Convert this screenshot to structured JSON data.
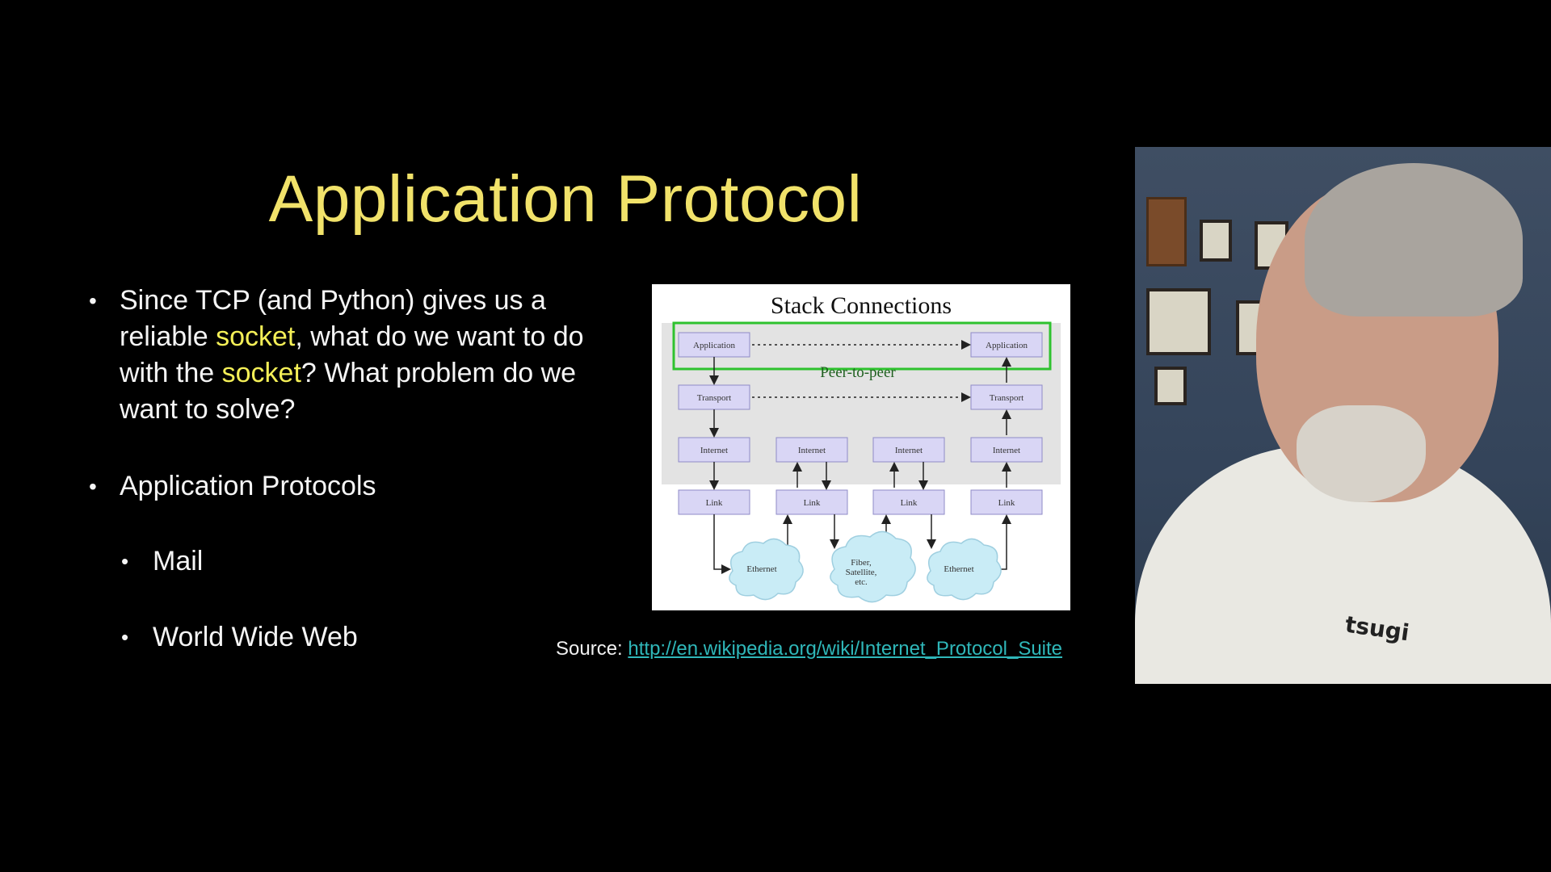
{
  "slide": {
    "title": "Application Protocol",
    "bullets": [
      {
        "segments": [
          {
            "text": "Since TCP (and Python) gives us a reliable ",
            "highlight": false
          },
          {
            "text": "socket",
            "highlight": true
          },
          {
            "text": ", what do we want to do with the ",
            "highlight": false
          },
          {
            "text": "socket",
            "highlight": true
          },
          {
            "text": "?  What problem do we want to solve?",
            "highlight": false
          }
        ]
      },
      {
        "text": "Application Protocols",
        "sub": [
          "Mail",
          "World Wide Web"
        ]
      }
    ],
    "source_label": "Source: ",
    "source_url": "http://en.wikipedia.org/wiki/Internet_Protocol_Suite"
  },
  "diagram": {
    "title": "Stack Connections",
    "peer_label": "Peer-to-peer",
    "boxes": {
      "app_left": "Application",
      "app_right": "Application",
      "transport_left": "Transport",
      "transport_right": "Transport",
      "internet": [
        "Internet",
        "Internet",
        "Internet",
        "Internet"
      ],
      "link": [
        "Link",
        "Link",
        "Link",
        "Link"
      ]
    },
    "clouds": [
      "Ethernet",
      "Fiber, Satellite, etc.",
      "Ethernet"
    ]
  },
  "webcam": {
    "shirt_logo": "tsugi"
  },
  "colors": {
    "title": "#f1e26a",
    "highlight": "#f4ef57",
    "link": "#2fb7b9",
    "box_fill": "#d9d6f5",
    "peer_box": "#2ec22e",
    "cloud": "#c9ecf6"
  }
}
